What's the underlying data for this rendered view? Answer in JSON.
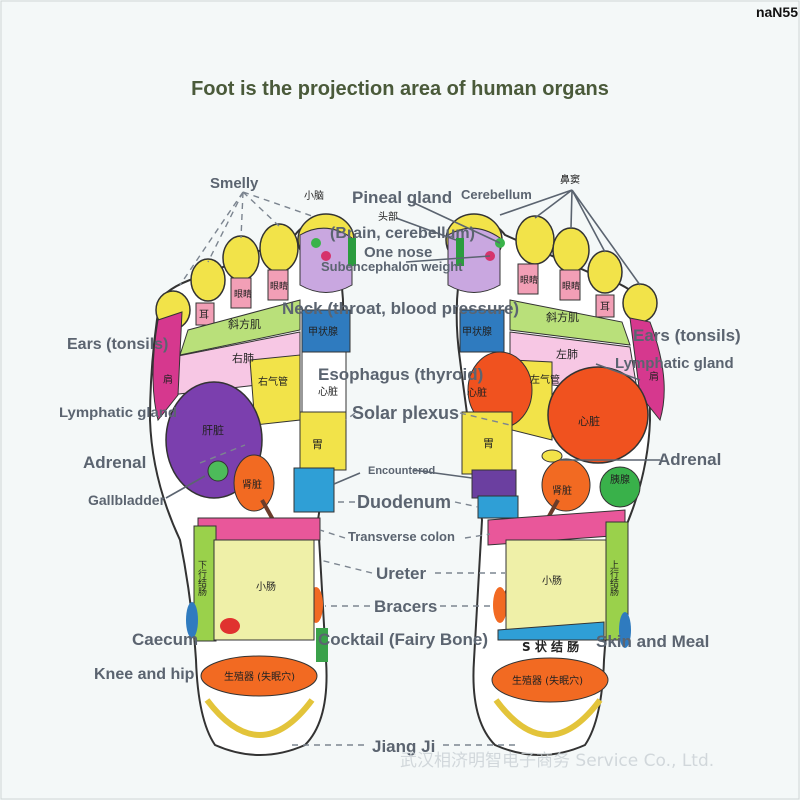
{
  "corner_tag": "naN55",
  "title": "Foot is the projection area of human organs",
  "watermark": "武汉相济明智电子商务 Service Co., Ltd.",
  "labels": {
    "smelly": "Smelly",
    "pineal_gland": "Pineal gland",
    "cerebellum": "Cerebellum",
    "brain_cerebellum": "(Brain, cerebellum)",
    "one_nose": "One nose",
    "subencephalon_weight": "Subencephalon weight",
    "neck": "Neck (throat, blood pressure)",
    "ears_left": "Ears (tonsils)",
    "ears_right": "Ears (tonsils)",
    "lymphatic_right": "Lymphatic gland",
    "lymphatic_left": "Lymphatic gland",
    "esophagus": "Esophagus (thyroid)",
    "solar_plexus": "Solar plexus",
    "adrenal_left": "Adrenal",
    "adrenal_right": "Adrenal",
    "encountered": "Encountered",
    "gallbladder": "Gallbladder",
    "duodenum": "Duodenum",
    "transverse_colon": "Transverse colon",
    "ureter": "Ureter",
    "bracers": "Bracers",
    "caecum": "Caecum",
    "cocktail": "Cocktail (Fairy Bone)",
    "skin_meal": "Skin and Meal",
    "knee_hip": "Knee and hip",
    "jiang_ji": "Jiang Ji"
  },
  "organ_labels": {
    "xiaonao": "小脑",
    "toubu": "头部",
    "bidou": "鼻窦",
    "er_left": "耳",
    "er_right": "耳",
    "yanjing_left": "眼睛",
    "yanjing_left2": "眼睛",
    "yanjing_right": "眼睛",
    "yanjing_right2": "眼睛",
    "xiefangji_left": "斜方肌",
    "xiefangji_right": "斜方肌",
    "jiazhuangxian_left": "甲状腺",
    "jiazhuangxian_right": "甲状腺",
    "youfei": "右肺",
    "zuofei": "左肺",
    "youqiguan": "右气管",
    "zuoqiguan": "左气管",
    "jian_left": "肩",
    "jian_right": "肩",
    "xinzang_left": "心脏",
    "xinzang_small": "心脏",
    "xinzang_right": "心脏",
    "ganzang": "肝脏",
    "wei_left": "胃",
    "wei_right": "胃",
    "shenzang_left": "肾脏",
    "shenzang_right": "肾脏",
    "yixian": "胰腺",
    "xiaochang_left": "小肠",
    "xiaochang_right": "小肠",
    "xiaxingjiechang": "下行结肠",
    "shangxingjiechang": "上行结肠",
    "shengzhiqi_left": "生殖器 (失眠穴)",
    "shengzhiqi_right": "生殖器 (失眠穴)",
    "s_jiechang": "S 状 结 肠"
  }
}
